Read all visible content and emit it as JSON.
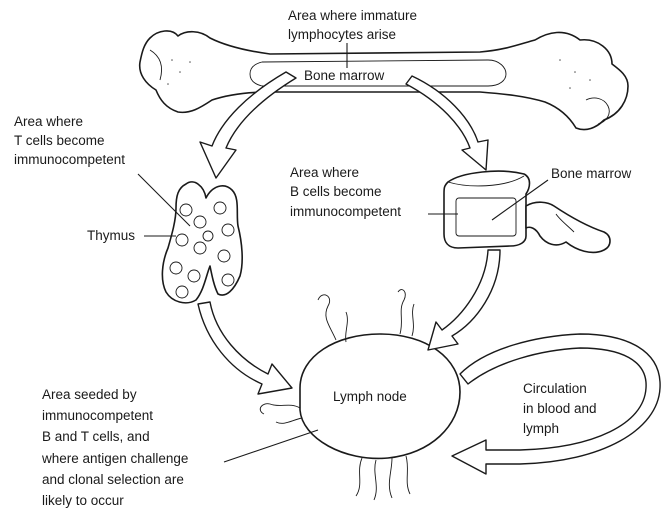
{
  "labels": {
    "immature_line1": "Area where immature",
    "immature_line2": "lymphocytes arise",
    "bone_marrow_top": "Bone marrow",
    "t_line1": "Area where",
    "t_line2": "T cells become",
    "t_line3": "immunocompetent",
    "b_line1": "Area where",
    "b_line2": "B cells become",
    "b_line3": "immunocompetent",
    "bone_marrow_right": "Bone marrow",
    "thymus": "Thymus",
    "lymph_node": "Lymph node",
    "seed_line1": "Area seeded by",
    "seed_line2": "immunocompetent",
    "seed_line3": "B and T cells, and",
    "seed_line4": "where antigen challenge",
    "seed_line5": "and clonal selection are",
    "seed_line6": "likely to occur",
    "circ_line1": "Circulation",
    "circ_line2": "in blood and",
    "circ_line3": "lymph"
  }
}
